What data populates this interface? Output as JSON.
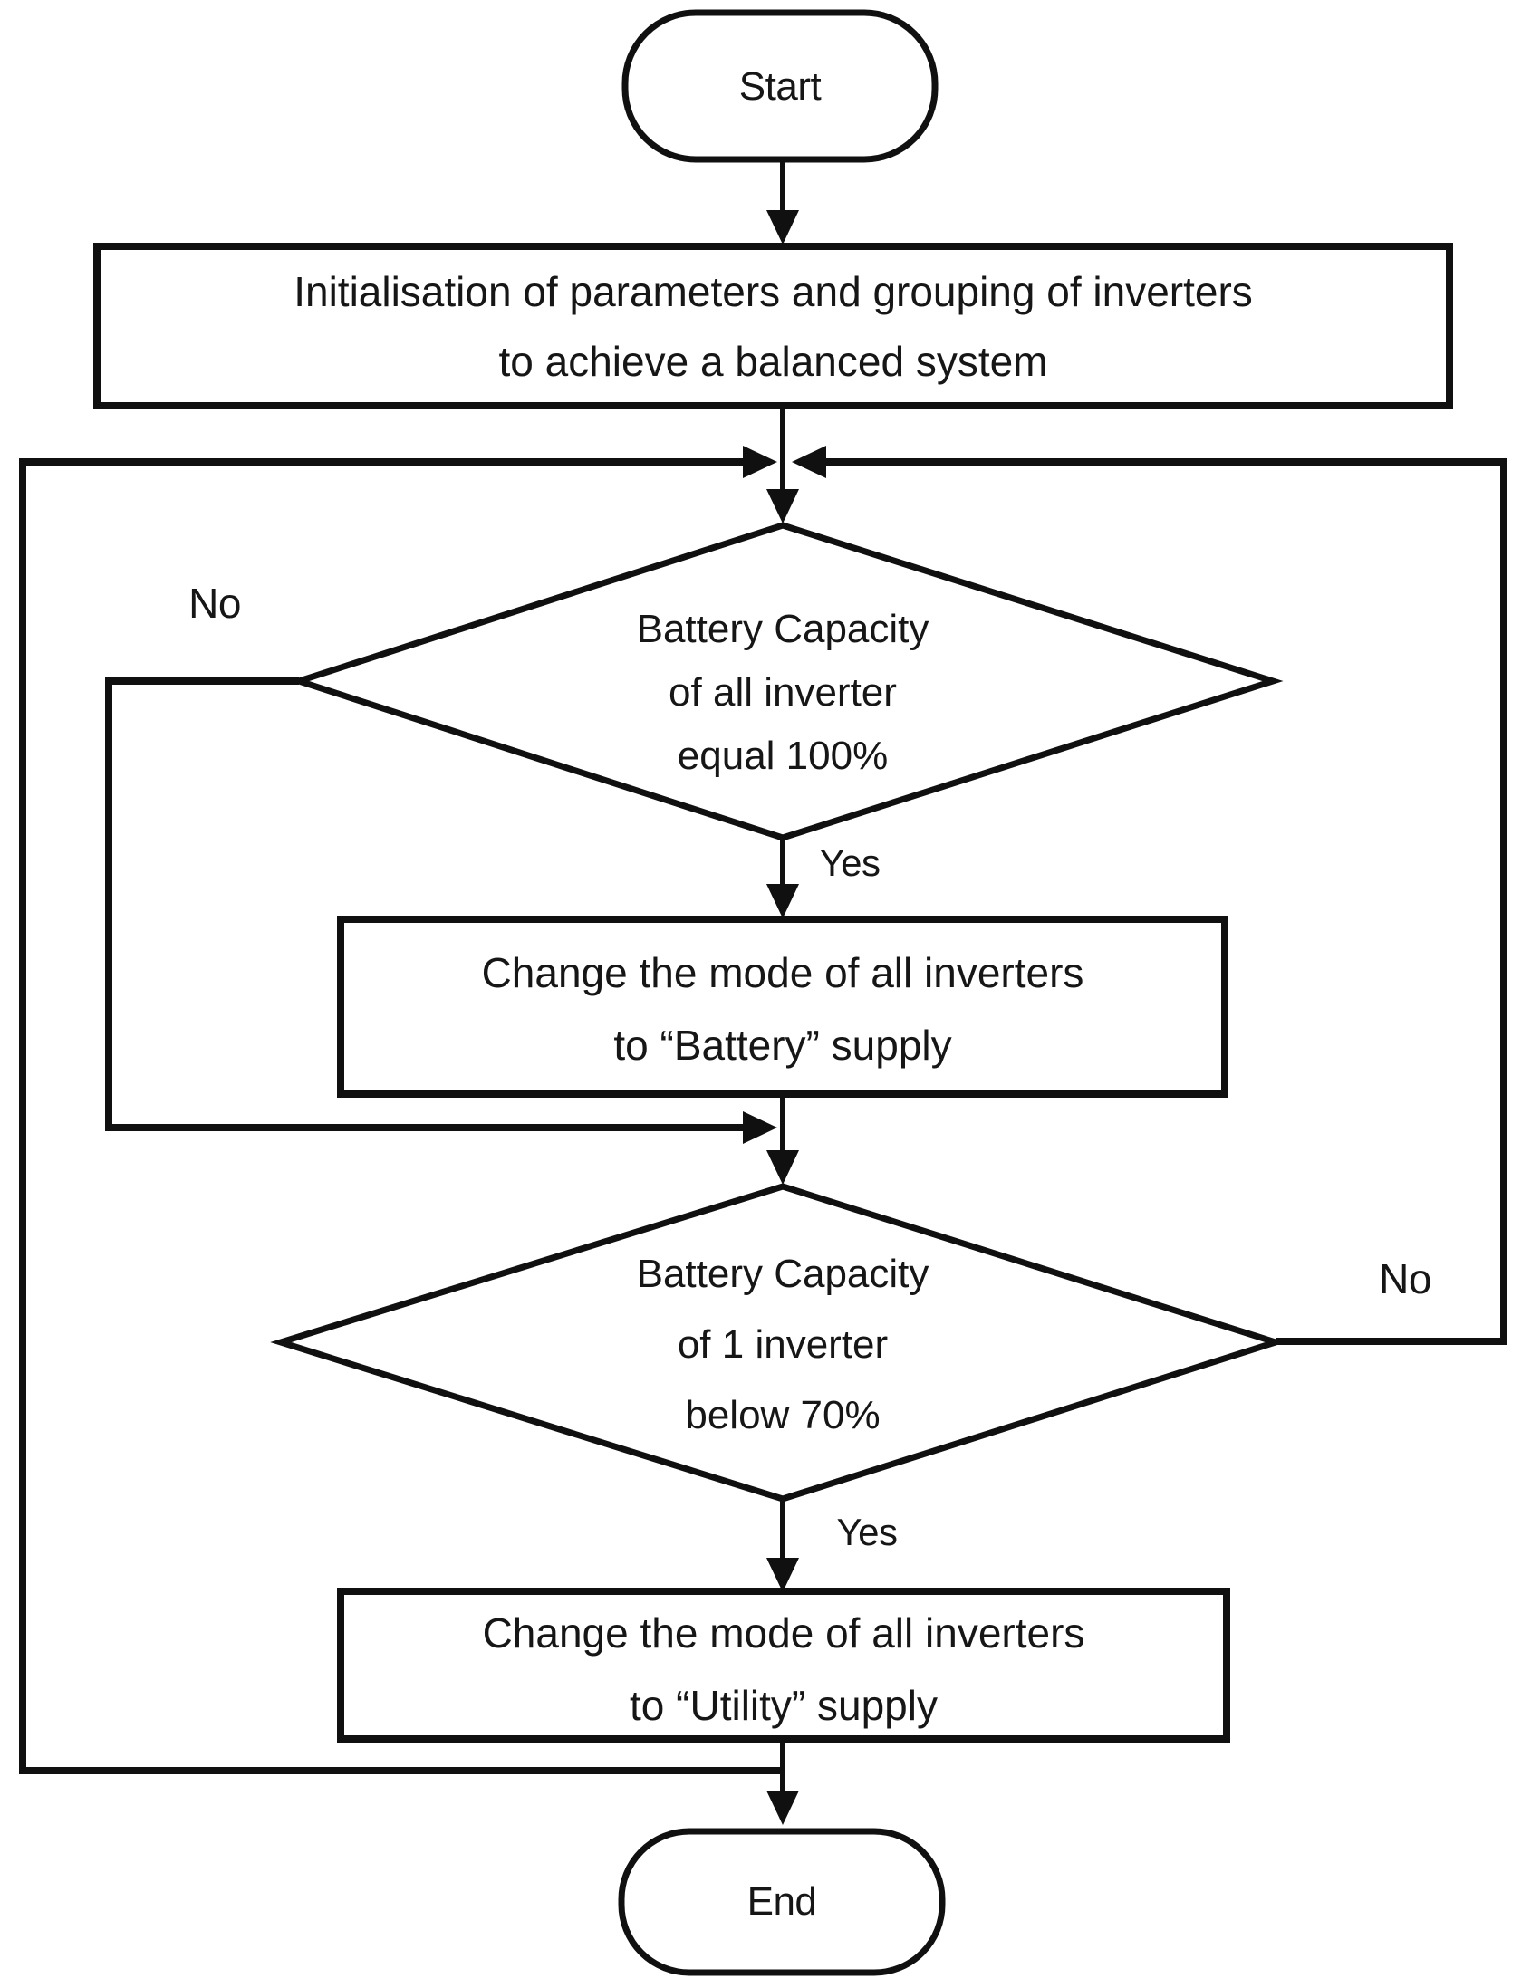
{
  "flowchart": {
    "background_color": "#ffffff",
    "stroke_color": "#101010",
    "text_color": "#161616",
    "nodes": {
      "start": {
        "type": "terminator",
        "label": "Start"
      },
      "initialisation": {
        "type": "process",
        "lines": [
          "Initialisation of parameters and grouping of inverters",
          "to achieve a balanced system"
        ]
      },
      "decision_all_inverters_full": {
        "type": "decision",
        "lines": [
          "Battery Capacity",
          "of all inverter",
          "equal 100%"
        ]
      },
      "change_to_battery": {
        "type": "process",
        "lines": [
          "Change the mode of all inverters",
          "to “Battery” supply"
        ]
      },
      "decision_one_inverter_low": {
        "type": "decision",
        "lines": [
          "Battery Capacity",
          "of 1 inverter",
          "below 70%"
        ]
      },
      "change_to_utility": {
        "type": "process",
        "lines": [
          "Change the mode of all inverters",
          "to “Utility” supply"
        ]
      },
      "end": {
        "type": "terminator",
        "label": "End"
      }
    },
    "edge_labels": {
      "decision1_no": "No",
      "decision1_yes": "Yes",
      "decision2_no": "No",
      "decision2_yes": "Yes"
    }
  }
}
